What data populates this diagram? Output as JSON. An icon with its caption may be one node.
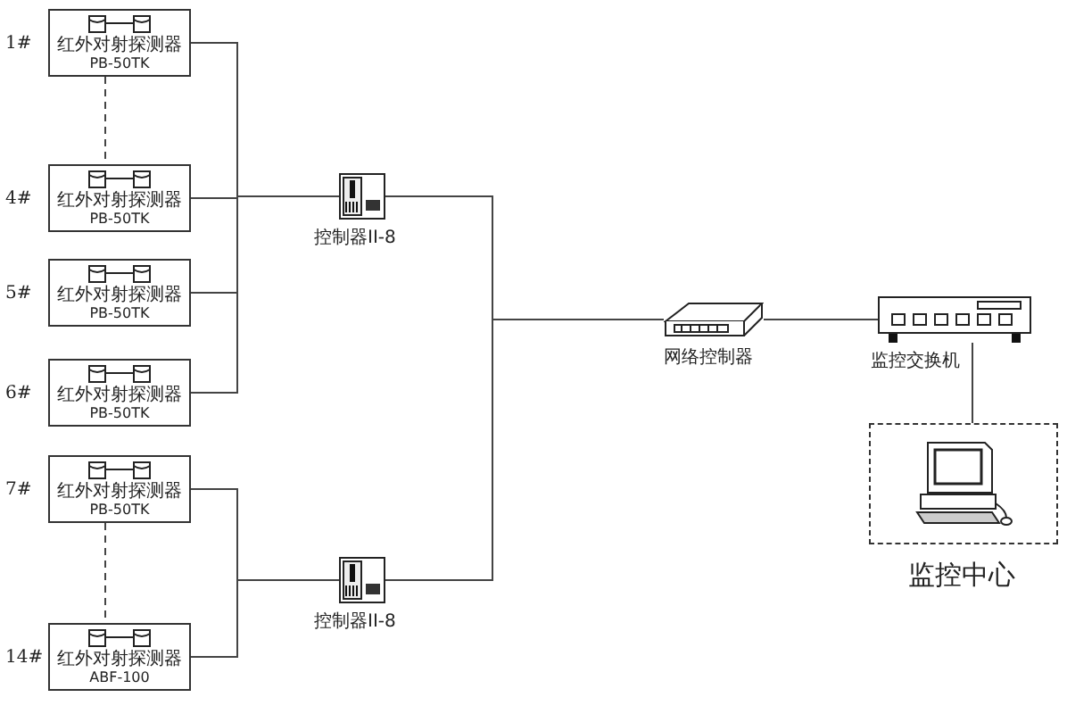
{
  "diagram": {
    "nodes": [
      {
        "text": [
          "红外对射探测器",
          "PB-50TK"
        ],
        "beside": [
          "1#"
        ]
      },
      {
        "text": [
          "红外对射探测器",
          "PB-50TK"
        ],
        "beside": [
          "4#"
        ]
      },
      {
        "text": [
          "红外对射探测器",
          "PB-50TK"
        ],
        "beside": [
          "5#"
        ]
      },
      {
        "text": [
          "红外对射探测器",
          "PB-50TK"
        ],
        "beside": [
          "6#"
        ]
      },
      {
        "text": [
          "红外对射探测器",
          "PB-50TK"
        ],
        "beside": [
          "7#"
        ]
      },
      {
        "text": [
          "红外对射探测器",
          "ABF-100"
        ],
        "beside": [
          "14#"
        ]
      },
      {
        "text": [
          "控制器II-8"
        ]
      },
      {
        "text": [
          "控制器II-8"
        ]
      },
      {
        "text": [
          "网络控制器"
        ]
      },
      {
        "text": [
          "监控交换机"
        ]
      },
      {
        "text": [
          "监控中心"
        ]
      }
    ],
    "edges": [
      {
        "from": 0,
        "to": 6,
        "arrow": "none"
      },
      {
        "from": 1,
        "to": 6,
        "arrow": "none"
      },
      {
        "from": 2,
        "to": 6,
        "arrow": "none"
      },
      {
        "from": 3,
        "to": 6,
        "arrow": "none"
      },
      {
        "from": 4,
        "to": 7,
        "arrow": "none"
      },
      {
        "from": 5,
        "to": 7,
        "arrow": "none"
      },
      {
        "from": 6,
        "to": 8,
        "arrow": "none"
      },
      {
        "from": 7,
        "to": 8,
        "arrow": "none"
      },
      {
        "from": 8,
        "to": 9,
        "arrow": "none"
      },
      {
        "from": 9,
        "to": 10,
        "arrow": "none"
      },
      {
        "from": 0,
        "to": 1,
        "arrow": "none",
        "style": "dashed"
      },
      {
        "from": 4,
        "to": 5,
        "arrow": "none",
        "style": "dashed"
      }
    ]
  }
}
